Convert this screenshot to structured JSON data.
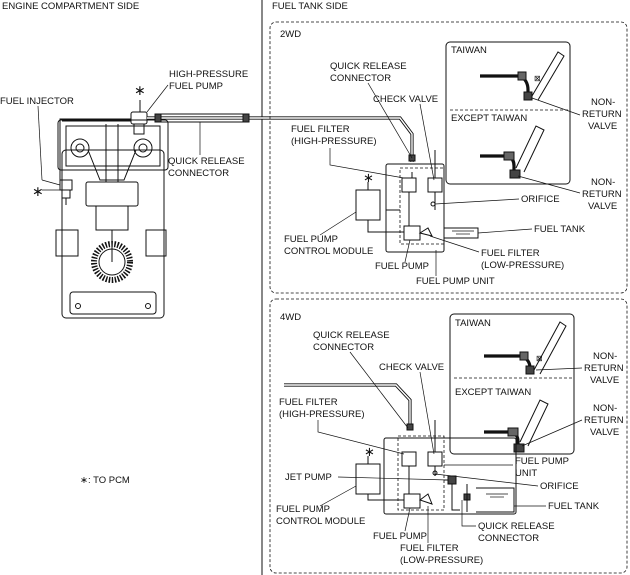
{
  "headers": {
    "engine_side": "ENGINE COMPARTMENT SIDE",
    "tank_side": "FUEL TANK SIDE"
  },
  "engine_labels": {
    "fuel_injector": "FUEL INJECTOR",
    "hp_pump_1": "HIGH-PRESSURE",
    "hp_pump_2": "FUEL PUMP",
    "qrc_1": "QUICK RELEASE",
    "qrc_2": "CONNECTOR",
    "star": "∗",
    "star2": "∗",
    "to_pcm": "∗: TO PCM"
  },
  "panel_2wd": {
    "title": "2WD",
    "taiwan": "TAIWAN",
    "except_taiwan": "EXCEPT TAIWAN",
    "qrc_1": "QUICK RELEASE",
    "qrc_2": "CONNECTOR",
    "check_valve": "CHECK VALVE",
    "ff_hp_1": "FUEL FILTER",
    "ff_hp_2": "(HIGH-PRESSURE)",
    "nr1_1": "NON-",
    "nr1_2": "RETURN",
    "nr1_3": "VALVE",
    "nr2_1": "NON-",
    "nr2_2": "RETURN",
    "nr2_3": "VALVE",
    "star": "∗",
    "orifice": "ORIFICE",
    "fuel_tank": "FUEL TANK",
    "fpcm_1": "FUEL PUMP",
    "fpcm_2": "CONTROL MODULE",
    "fuel_pump": "FUEL PUMP",
    "ff_lp_1": "FUEL FILTER",
    "ff_lp_2": "(LOW-PRESSURE)",
    "fpu": "FUEL PUMP UNIT"
  },
  "panel_4wd": {
    "title": "4WD",
    "taiwan": "TAIWAN",
    "except_taiwan": "EXCEPT TAIWAN",
    "qrc_1": "QUICK RELEASE",
    "qrc_2": "CONNECTOR",
    "check_valve": "CHECK VALVE",
    "nr1_1": "NON-",
    "nr1_2": "RETURN",
    "nr1_3": "VALVE",
    "nr2_1": "NON-",
    "nr2_2": "RETURN",
    "nr2_3": "VALVE",
    "ff_hp_1": "FUEL FILTER",
    "ff_hp_2": "(HIGH-PRESSURE)",
    "star": "∗",
    "fpu_1": "FUEL PUMP",
    "fpu_2": "UNIT",
    "jet_pump": "JET PUMP",
    "orifice": "ORIFICE",
    "fuel_tank": "FUEL TANK",
    "fpcm_1": "FUEL PUMP",
    "fpcm_2": "CONTROL MODULE",
    "qrc_b1": "QUICK RELEASE",
    "qrc_b2": "CONNECTOR",
    "fuel_pump": "FUEL PUMP",
    "ff_lp_1": "FUEL FILTER",
    "ff_lp_2": "(LOW-PRESSURE)"
  }
}
